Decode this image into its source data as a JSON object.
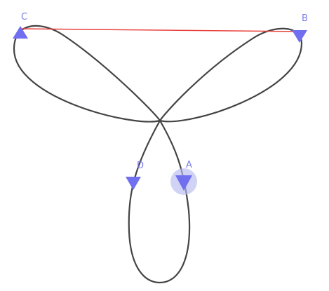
{
  "curve": {
    "type": "three-petal rose",
    "color": "#444444"
  },
  "segment": {
    "from": "C",
    "to": "B",
    "color": "#e8413c"
  },
  "points": {
    "A": {
      "label": "A",
      "selected": true
    },
    "B": {
      "label": "B",
      "selected": false
    },
    "C": {
      "label": "C",
      "selected": false
    },
    "D": {
      "label": "D",
      "selected": false
    }
  },
  "marker_color": "#6f6ff0",
  "label_color": "#7d7dea",
  "highlight_color": "#b8bcf0"
}
